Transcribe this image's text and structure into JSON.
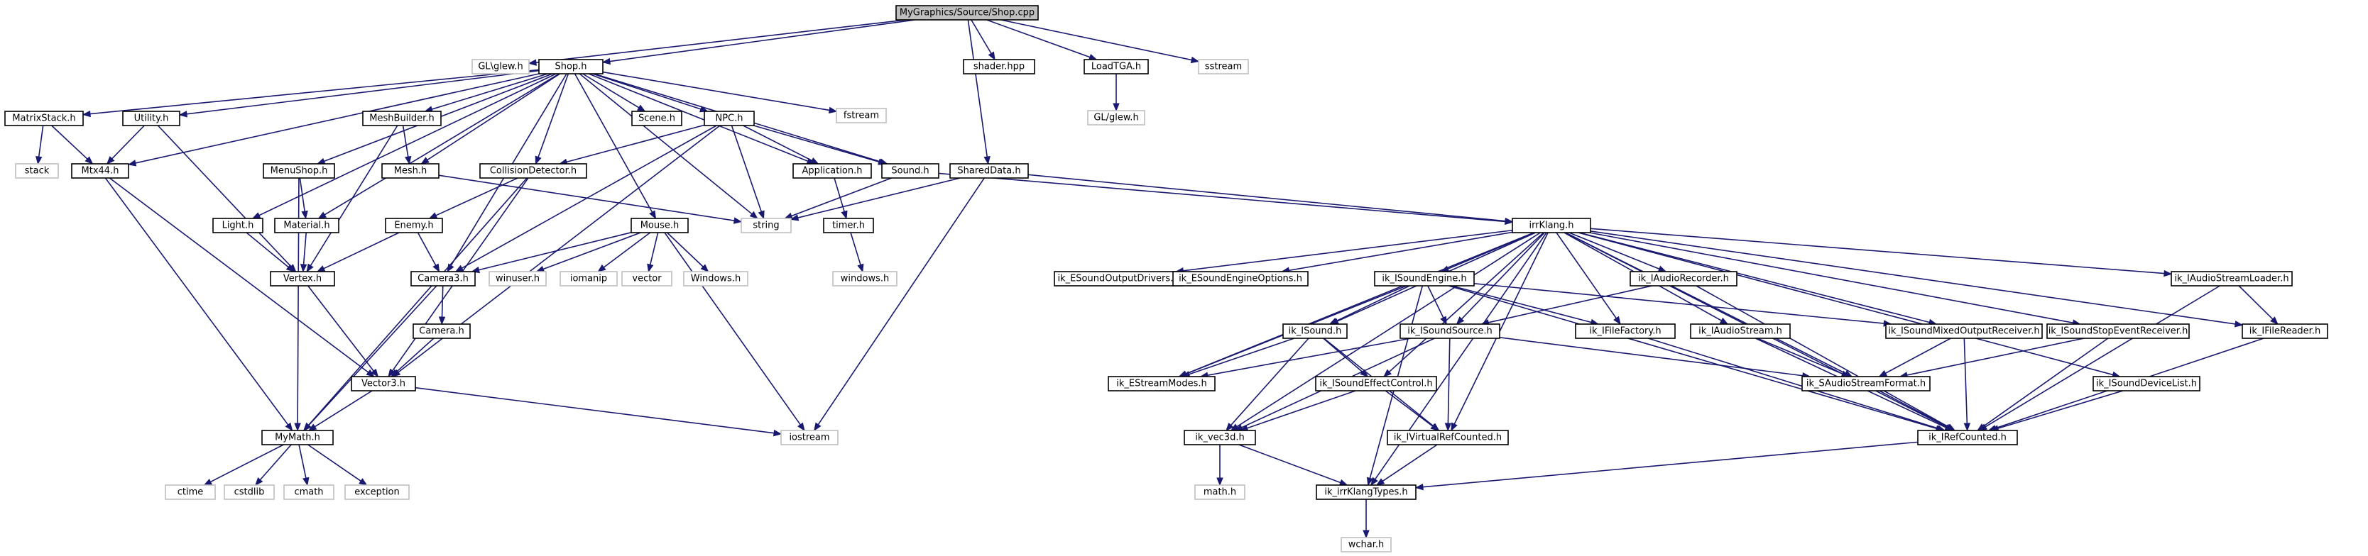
{
  "graph": {
    "colors": {
      "edge": "#191970",
      "border": "#000000",
      "ext_border": "#bfbfbf",
      "root_fill": "#bfbfbf",
      "fill": "#ffffff"
    },
    "nodes": [
      {
        "id": "root",
        "label": "MyGraphics/Source/Shop.cpp",
        "kind": "root"
      },
      {
        "id": "glew1",
        "label": "GL\\glew.h",
        "kind": "ext"
      },
      {
        "id": "shop",
        "label": "Shop.h",
        "kind": "file"
      },
      {
        "id": "shader",
        "label": "shader.hpp",
        "kind": "file"
      },
      {
        "id": "loadtga",
        "label": "LoadTGA.h",
        "kind": "file"
      },
      {
        "id": "sstream",
        "label": "sstream",
        "kind": "ext"
      },
      {
        "id": "glew2",
        "label": "GL/glew.h",
        "kind": "ext"
      },
      {
        "id": "matrixstack",
        "label": "MatrixStack.h",
        "kind": "file"
      },
      {
        "id": "utility",
        "label": "Utility.h",
        "kind": "file"
      },
      {
        "id": "meshbuilder",
        "label": "MeshBuilder.h",
        "kind": "file"
      },
      {
        "id": "scene",
        "label": "Scene.h",
        "kind": "file"
      },
      {
        "id": "npc",
        "label": "NPC.h",
        "kind": "file"
      },
      {
        "id": "fstream",
        "label": "fstream",
        "kind": "ext"
      },
      {
        "id": "stack",
        "label": "stack",
        "kind": "ext"
      },
      {
        "id": "mtx44",
        "label": "Mtx44.h",
        "kind": "file"
      },
      {
        "id": "menushop",
        "label": "MenuShop.h",
        "kind": "file"
      },
      {
        "id": "mesh",
        "label": "Mesh.h",
        "kind": "file"
      },
      {
        "id": "collision",
        "label": "CollisionDetector.h",
        "kind": "file"
      },
      {
        "id": "application",
        "label": "Application.h",
        "kind": "file"
      },
      {
        "id": "sound",
        "label": "Sound.h",
        "kind": "file"
      },
      {
        "id": "shareddata",
        "label": "SharedData.h",
        "kind": "file"
      },
      {
        "id": "string",
        "label": "string",
        "kind": "ext"
      },
      {
        "id": "light",
        "label": "Light.h",
        "kind": "file"
      },
      {
        "id": "material",
        "label": "Material.h",
        "kind": "file"
      },
      {
        "id": "enemy",
        "label": "Enemy.h",
        "kind": "file"
      },
      {
        "id": "mouse",
        "label": "Mouse.h",
        "kind": "file"
      },
      {
        "id": "timer",
        "label": "timer.h",
        "kind": "file"
      },
      {
        "id": "vertex",
        "label": "Vertex.h",
        "kind": "file"
      },
      {
        "id": "camera3",
        "label": "Camera3.h",
        "kind": "file"
      },
      {
        "id": "winuser",
        "label": "winuser.h",
        "kind": "ext"
      },
      {
        "id": "iomanip",
        "label": "iomanip",
        "kind": "ext"
      },
      {
        "id": "vector",
        "label": "vector",
        "kind": "ext"
      },
      {
        "id": "windowsh",
        "label": "Windows.h",
        "kind": "ext"
      },
      {
        "id": "windows_l",
        "label": "windows.h",
        "kind": "ext"
      },
      {
        "id": "camera",
        "label": "Camera.h",
        "kind": "file"
      },
      {
        "id": "vector3",
        "label": "Vector3.h",
        "kind": "file"
      },
      {
        "id": "mymath",
        "label": "MyMath.h",
        "kind": "file"
      },
      {
        "id": "iostream",
        "label": "iostream",
        "kind": "ext"
      },
      {
        "id": "ctime",
        "label": "ctime",
        "kind": "ext"
      },
      {
        "id": "cstdlib",
        "label": "cstdlib",
        "kind": "ext"
      },
      {
        "id": "cmath",
        "label": "cmath",
        "kind": "ext"
      },
      {
        "id": "exception",
        "label": "exception",
        "kind": "ext"
      },
      {
        "id": "irrklang",
        "label": "irrKlang.h",
        "kind": "file"
      },
      {
        "id": "esod",
        "label": "ik_ESoundOutputDrivers.h",
        "kind": "file"
      },
      {
        "id": "eseo",
        "label": "ik_ESoundEngineOptions.h",
        "kind": "file"
      },
      {
        "id": "isengine",
        "label": "ik_ISoundEngine.h",
        "kind": "file"
      },
      {
        "id": "iarec",
        "label": "ik_IAudioRecorder.h",
        "kind": "file"
      },
      {
        "id": "iasl",
        "label": "ik_IAudioStreamLoader.h",
        "kind": "file"
      },
      {
        "id": "isound",
        "label": "ik_ISound.h",
        "kind": "file"
      },
      {
        "id": "issource",
        "label": "ik_ISoundSource.h",
        "kind": "file"
      },
      {
        "id": "iffac",
        "label": "ik_IFileFactory.h",
        "kind": "file"
      },
      {
        "id": "iastream",
        "label": "ik_IAudioStream.h",
        "kind": "file"
      },
      {
        "id": "ismor",
        "label": "ik_ISoundMixedOutputReceiver.h",
        "kind": "file"
      },
      {
        "id": "isser",
        "label": "ik_ISoundStopEventReceiver.h",
        "kind": "file"
      },
      {
        "id": "ifreader",
        "label": "ik_IFileReader.h",
        "kind": "file"
      },
      {
        "id": "estream",
        "label": "ik_EStreamModes.h",
        "kind": "file"
      },
      {
        "id": "isec",
        "label": "ik_ISoundEffectControl.h",
        "kind": "file"
      },
      {
        "id": "saf",
        "label": "ik_SAudioStreamFormat.h",
        "kind": "file"
      },
      {
        "id": "isdl",
        "label": "ik_ISoundDeviceList.h",
        "kind": "file"
      },
      {
        "id": "vec3d",
        "label": "ik_vec3d.h",
        "kind": "file"
      },
      {
        "id": "ivrc",
        "label": "ik_IVirtualRefCounted.h",
        "kind": "file"
      },
      {
        "id": "irc",
        "label": "ik_IRefCounted.h",
        "kind": "file"
      },
      {
        "id": "mathh",
        "label": "math.h",
        "kind": "ext"
      },
      {
        "id": "irrtypes",
        "label": "ik_irrKlangTypes.h",
        "kind": "file"
      },
      {
        "id": "wchar",
        "label": "wchar.h",
        "kind": "ext"
      }
    ],
    "edges": [
      [
        "root",
        "glew1"
      ],
      [
        "root",
        "shop"
      ],
      [
        "root",
        "shader"
      ],
      [
        "root",
        "loadtga"
      ],
      [
        "root",
        "sstream"
      ],
      [
        "root",
        "shareddata"
      ],
      [
        "loadtga",
        "glew2"
      ],
      [
        "shop",
        "matrixstack"
      ],
      [
        "shop",
        "utility"
      ],
      [
        "shop",
        "meshbuilder"
      ],
      [
        "shop",
        "scene"
      ],
      [
        "shop",
        "npc"
      ],
      [
        "shop",
        "fstream"
      ],
      [
        "shop",
        "mtx44"
      ],
      [
        "shop",
        "menushop"
      ],
      [
        "shop",
        "mesh"
      ],
      [
        "shop",
        "collision"
      ],
      [
        "shop",
        "application"
      ],
      [
        "shop",
        "sound"
      ],
      [
        "shop",
        "string"
      ],
      [
        "shop",
        "light"
      ],
      [
        "shop",
        "material"
      ],
      [
        "shop",
        "mouse"
      ],
      [
        "shop",
        "camera3"
      ],
      [
        "matrixstack",
        "stack"
      ],
      [
        "matrixstack",
        "mtx44"
      ],
      [
        "utility",
        "mtx44"
      ],
      [
        "utility",
        "vertex"
      ],
      [
        "meshbuilder",
        "mesh"
      ],
      [
        "meshbuilder",
        "vertex"
      ],
      [
        "npc",
        "collision"
      ],
      [
        "npc",
        "application"
      ],
      [
        "npc",
        "sound"
      ],
      [
        "npc",
        "string"
      ],
      [
        "npc",
        "camera3"
      ],
      [
        "npc",
        "vector3"
      ],
      [
        "mtx44",
        "vector3"
      ],
      [
        "mtx44",
        "mymath"
      ],
      [
        "menushop",
        "material"
      ],
      [
        "menushop",
        "mymath"
      ],
      [
        "mesh",
        "string"
      ],
      [
        "collision",
        "enemy"
      ],
      [
        "collision",
        "vector3"
      ],
      [
        "collision",
        "mymath"
      ],
      [
        "application",
        "timer"
      ],
      [
        "sound",
        "string"
      ],
      [
        "sound",
        "irrklang"
      ],
      [
        "shareddata",
        "string"
      ],
      [
        "shareddata",
        "irrklang"
      ],
      [
        "shareddata",
        "iostream"
      ],
      [
        "light",
        "vertex"
      ],
      [
        "material",
        "vertex"
      ],
      [
        "enemy",
        "vertex"
      ],
      [
        "enemy",
        "camera3"
      ],
      [
        "mouse",
        "camera3"
      ],
      [
        "mouse",
        "winuser"
      ],
      [
        "mouse",
        "iomanip"
      ],
      [
        "mouse",
        "vector"
      ],
      [
        "mouse",
        "windowsh"
      ],
      [
        "mouse",
        "iostream"
      ],
      [
        "timer",
        "windows_l"
      ],
      [
        "vertex",
        "vector3"
      ],
      [
        "camera3",
        "camera"
      ],
      [
        "camera3",
        "mymath"
      ],
      [
        "camera",
        "vector3"
      ],
      [
        "vector3",
        "mymath"
      ],
      [
        "vector3",
        "iostream"
      ],
      [
        "mymath",
        "ctime"
      ],
      [
        "mymath",
        "cstdlib"
      ],
      [
        "mymath",
        "cmath"
      ],
      [
        "mymath",
        "exception"
      ],
      [
        "irrklang",
        "esod"
      ],
      [
        "irrklang",
        "eseo"
      ],
      [
        "irrklang",
        "isengine"
      ],
      [
        "irrklang",
        "iarec"
      ],
      [
        "irrklang",
        "iasl"
      ],
      [
        "irrklang",
        "isound"
      ],
      [
        "irrklang",
        "issource"
      ],
      [
        "irrklang",
        "iffac"
      ],
      [
        "irrklang",
        "iastream"
      ],
      [
        "irrklang",
        "ismor"
      ],
      [
        "irrklang",
        "isser"
      ],
      [
        "irrklang",
        "ifreader"
      ],
      [
        "irrklang",
        "estream"
      ],
      [
        "irrklang",
        "isec"
      ],
      [
        "irrklang",
        "saf"
      ],
      [
        "irrklang",
        "isdl"
      ],
      [
        "irrklang",
        "vec3d"
      ],
      [
        "irrklang",
        "ivrc"
      ],
      [
        "irrklang",
        "irc"
      ],
      [
        "irrklang",
        "irrtypes"
      ],
      [
        "isengine",
        "isound"
      ],
      [
        "isengine",
        "issource"
      ],
      [
        "isengine",
        "iffac"
      ],
      [
        "isengine",
        "ismor"
      ],
      [
        "isengine",
        "estream"
      ],
      [
        "isengine",
        "irc"
      ],
      [
        "isengine",
        "irrtypes"
      ],
      [
        "iarec",
        "issource"
      ],
      [
        "iarec",
        "irc"
      ],
      [
        "iasl",
        "ifreader"
      ],
      [
        "iasl",
        "irc"
      ],
      [
        "isound",
        "estream"
      ],
      [
        "isound",
        "isec"
      ],
      [
        "isound",
        "vec3d"
      ],
      [
        "isound",
        "ivrc"
      ],
      [
        "issource",
        "estream"
      ],
      [
        "issource",
        "vec3d"
      ],
      [
        "issource",
        "ivrc"
      ],
      [
        "issource",
        "saf"
      ],
      [
        "iffac",
        "irc"
      ],
      [
        "iastream",
        "saf"
      ],
      [
        "iastream",
        "irc"
      ],
      [
        "ismor",
        "saf"
      ],
      [
        "ismor",
        "irc"
      ],
      [
        "isser",
        "saf"
      ],
      [
        "isser",
        "irc"
      ],
      [
        "ifreader",
        "irc"
      ],
      [
        "isec",
        "vec3d"
      ],
      [
        "isec",
        "ivrc"
      ],
      [
        "saf",
        "irc"
      ],
      [
        "isdl",
        "irc"
      ],
      [
        "vec3d",
        "mathh"
      ],
      [
        "vec3d",
        "irrtypes"
      ],
      [
        "ivrc",
        "irrtypes"
      ],
      [
        "irc",
        "irrtypes"
      ],
      [
        "irrtypes",
        "wchar"
      ]
    ]
  }
}
